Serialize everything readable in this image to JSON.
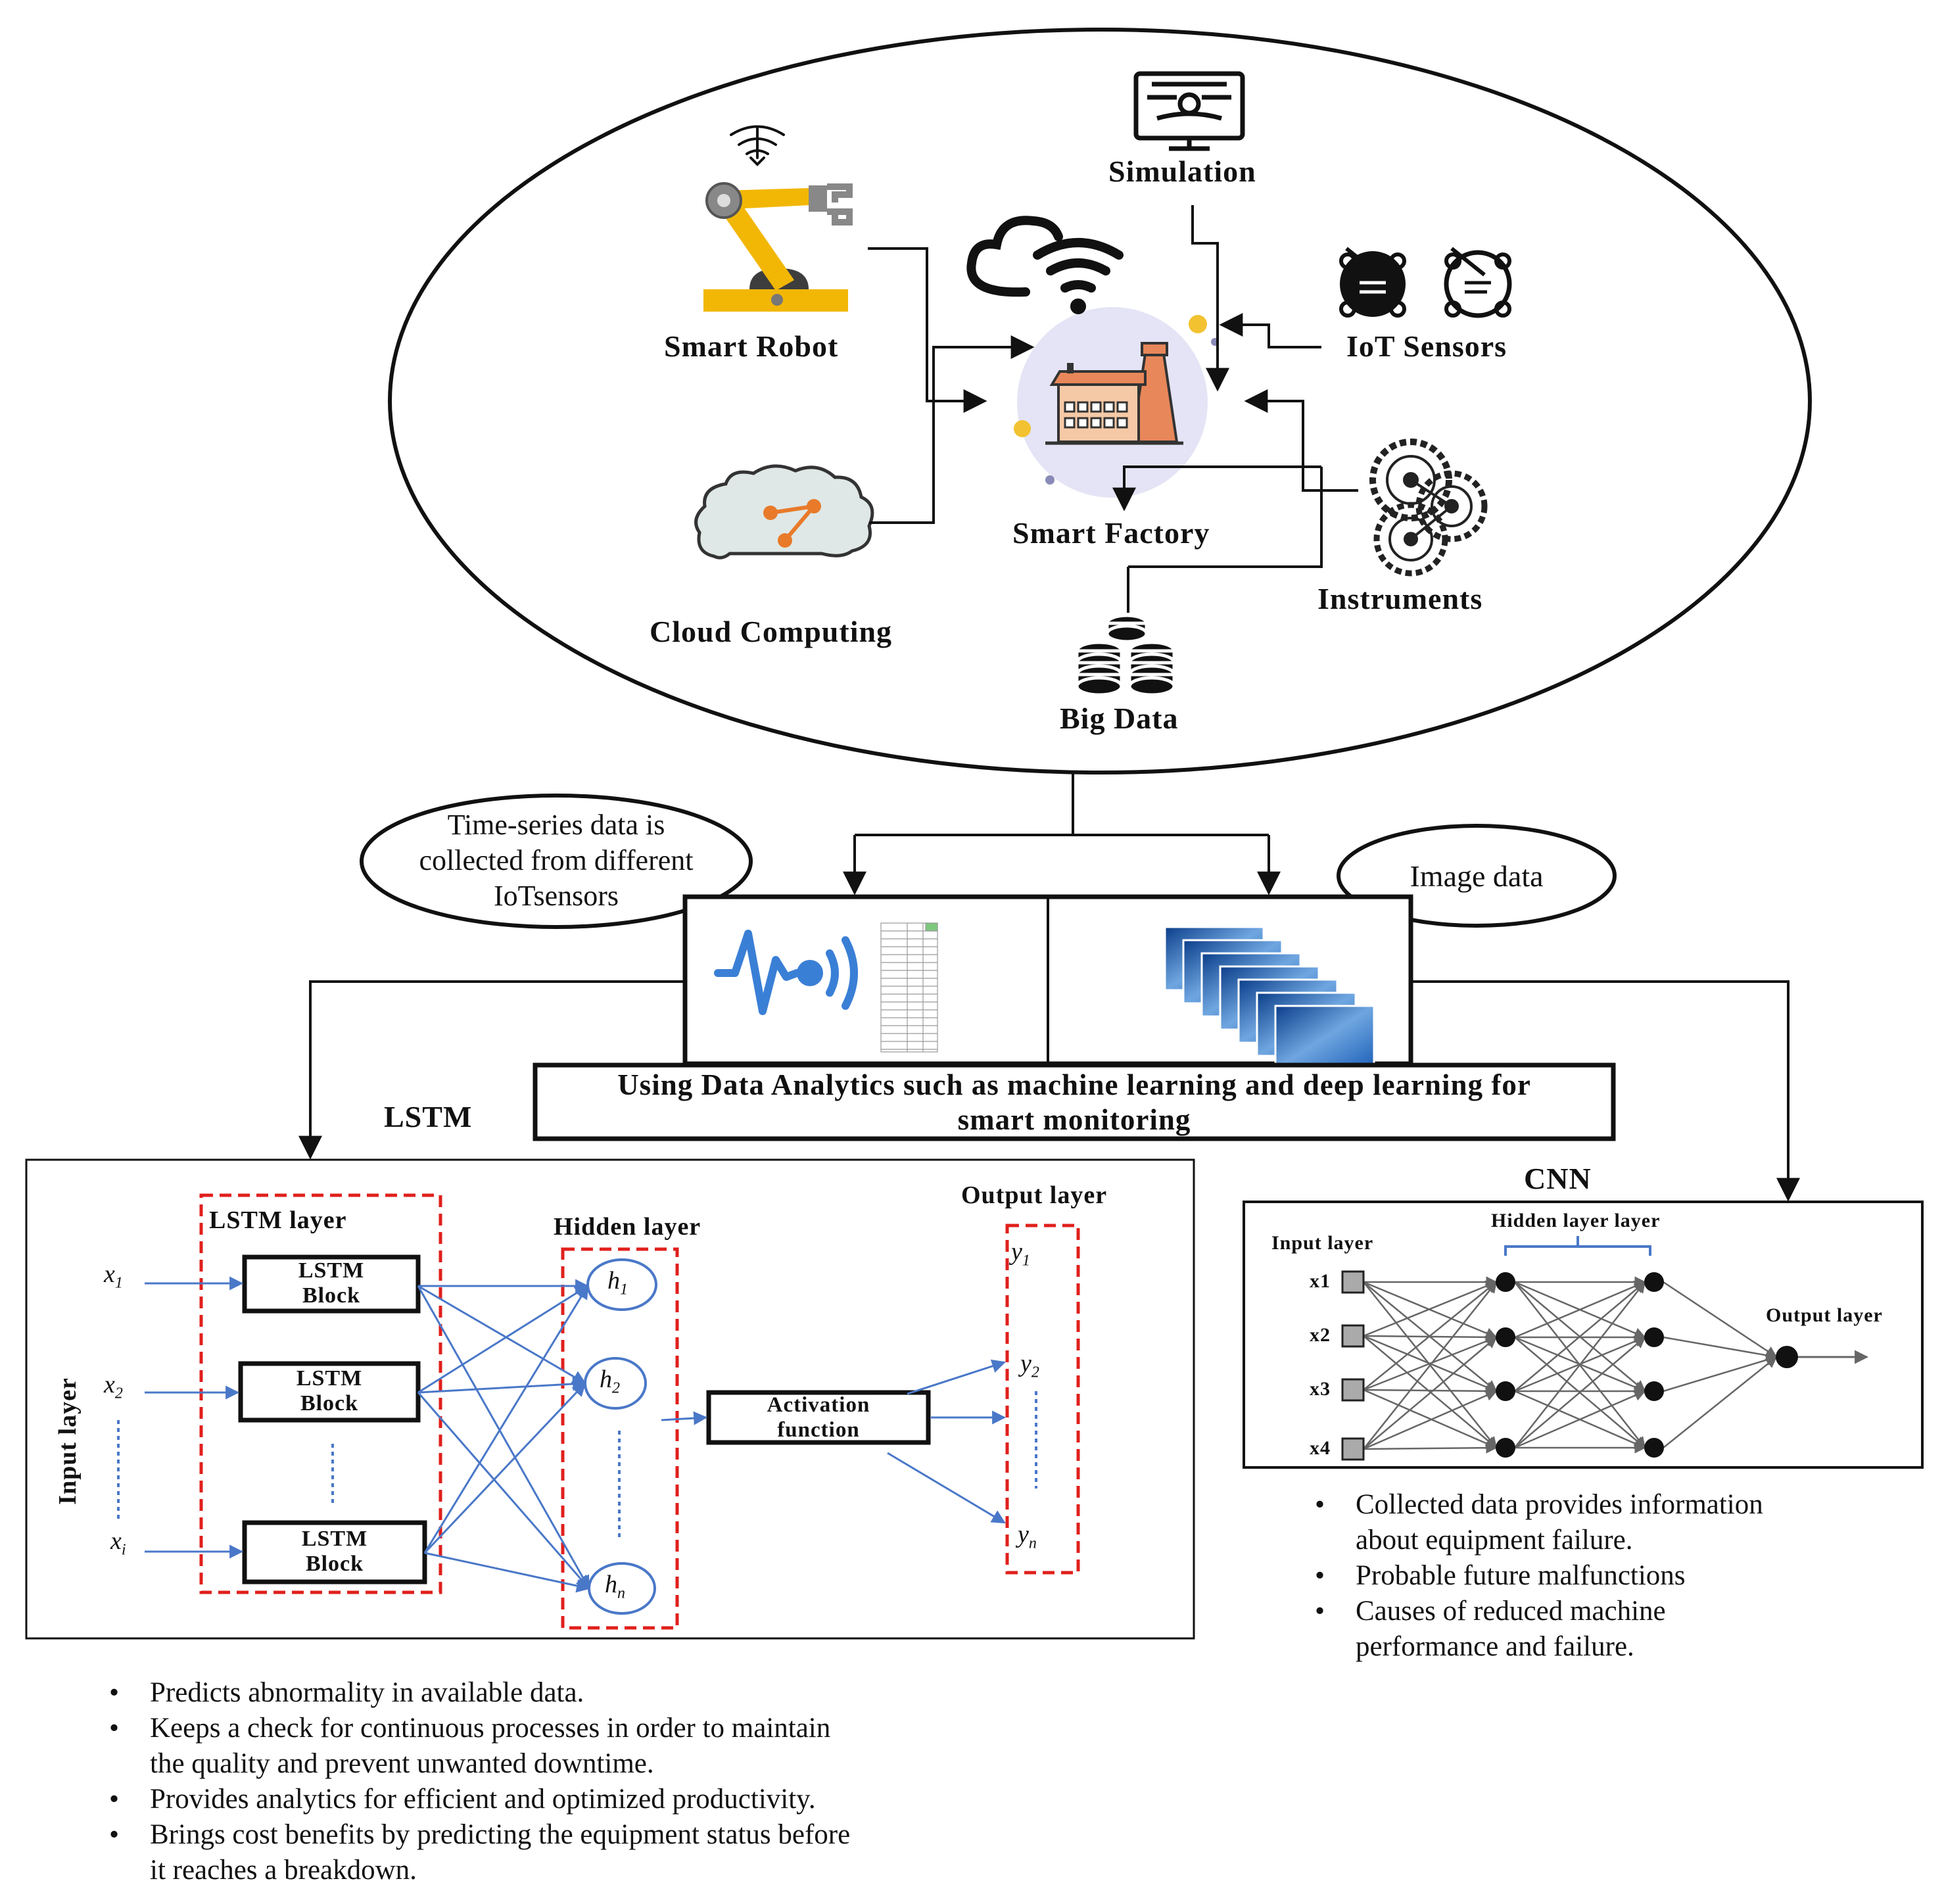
{
  "ecosystem": {
    "smart_robot": "Smart Robot",
    "simulation": "Simulation",
    "iot_sensors": "IoT Sensors",
    "cloud_computing": "Cloud Computing",
    "smart_factory": "Smart Factory",
    "instruments": "Instruments",
    "big_data": "Big Data"
  },
  "data_types": {
    "timeseries_note": [
      "Time-series data is",
      "collected from different",
      "IoTsensors"
    ],
    "image_note": "Image data",
    "analytics_banner": [
      "Using Data Analytics such as machine learning and deep learning for",
      "smart monitoring"
    ]
  },
  "lstm": {
    "title": "LSTM",
    "input_layer": "Input layer",
    "lstm_layer": "LSTM layer",
    "hidden_layer": "Hidden layer",
    "output_layer": "Output layer",
    "block_top": "LSTM",
    "block_bottom": "Block",
    "activation_top": "Activation",
    "activation_bottom": "function",
    "inputs": [
      "x",
      "x",
      "x"
    ],
    "input_subs": [
      "1",
      "2",
      "i"
    ],
    "hidden": [
      "h",
      "h",
      "h"
    ],
    "hidden_subs": [
      "1",
      "2",
      "n"
    ],
    "outputs": [
      "y",
      "y",
      "y"
    ],
    "output_subs": [
      "1",
      "2",
      "n"
    ],
    "bullets": [
      [
        "Predicts abnormality in available data."
      ],
      [
        "Keeps a check for continuous processes in order to maintain",
        "the quality and prevent unwanted downtime."
      ],
      [
        "Provides analytics for efficient and optimized productivity."
      ],
      [
        "Brings cost benefits by predicting the equipment status before",
        "it reaches a breakdown."
      ]
    ]
  },
  "cnn": {
    "title": "CNN",
    "input_layer": "Input layer",
    "hidden_layer": "Hidden layer layer",
    "output_layer": "Output layer",
    "inputs": [
      "x1",
      "x2",
      "x3",
      "x4"
    ],
    "bullets": [
      [
        "Collected data provides information",
        "about equipment failure."
      ],
      [
        "Probable future malfunctions"
      ],
      [
        "Causes of reduced machine",
        "performance and failure."
      ]
    ]
  },
  "colors": {
    "ink": "#111111",
    "arrow_blue": "#4a78c8",
    "dashed_red": "#e0201c",
    "robot_yellow": "#f2b705",
    "factory_orange": "#e8875a",
    "cloud_teal": "#dfe8e6",
    "accent_orange": "#e87a2a",
    "signal_blue": "#3a7fd6",
    "factory_halo": "#e4e4f6"
  }
}
